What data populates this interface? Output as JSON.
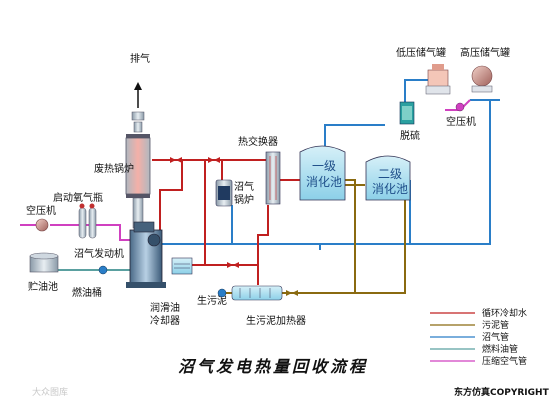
{
  "title": "沼气发电热量回收流程",
  "copyright": "东方仿真COPYRIGHT",
  "watermark": "大众图库",
  "labels": {
    "exhaust": "排气",
    "waste_heat_boiler": "废热锅炉",
    "start_air_bottle": "启动氧气瓶",
    "air_compressor_left": "空压机",
    "biogas_engine": "沼气发动机",
    "fuel_tank": "贮油池",
    "fuel_drum": "燃油桶",
    "lube_oil_cooler": "润滑油冷却器",
    "raw_sludge": "生污泥",
    "raw_sludge_heater": "生污泥加热器",
    "biogas_boiler": "沼气锅炉",
    "heat_exchanger": "热交换器",
    "digester_1": "一级消化池",
    "digester_2": "二级消化池",
    "desulfurization": "脱硫",
    "low_pressure_tank": "低压储气罐",
    "high_pressure_tank": "高压储气罐",
    "air_compressor_right": "空压机"
  },
  "legend": [
    {
      "label": "循环冷却水",
      "color": "#c02020"
    },
    {
      "label": "污泥管",
      "color": "#8a6a10"
    },
    {
      "label": "沼气管",
      "color": "#2a7ec8"
    },
    {
      "label": "燃料油管",
      "color": "#5aa0a0"
    },
    {
      "label": "压缩空气管",
      "color": "#d040c0"
    }
  ]
}
